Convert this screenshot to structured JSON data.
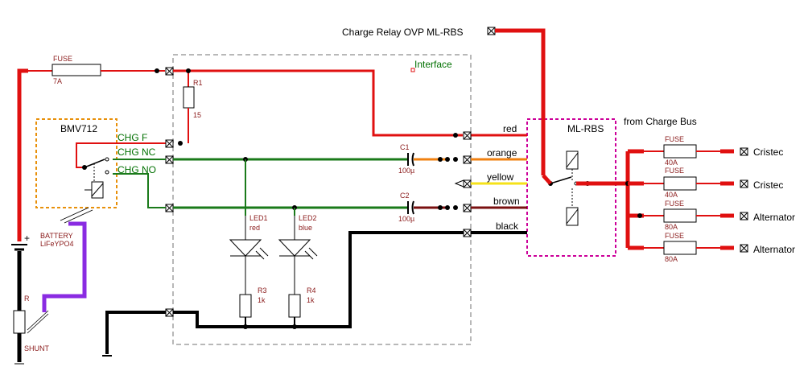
{
  "labels": {
    "fuse_main": "FUSE",
    "fuse_main_value": "7A",
    "r1": "R1",
    "r1_value": "15",
    "interface": "Interface",
    "bmv": "BMV712",
    "chg_f": "CHG F",
    "chg_nc": "CHG NC",
    "chg_no": "CHG NO",
    "battery_line1": "BATTERY",
    "battery_line2": "LiFeYPO4",
    "r_shunt": "R",
    "shunt": "SHUNT",
    "c1": "C1",
    "c1_value": "100µ",
    "c2": "C2",
    "c2_value": "100µ",
    "led1": "LED1",
    "led1_color": "red",
    "led2": "LED2",
    "led2_color": "blue",
    "r3": "R3",
    "r3_value": "1k",
    "r4": "R4",
    "r4_value": "1k",
    "charge_relay": "Charge Relay OVP ML-RBS",
    "wire_red": "red",
    "wire_orange": "orange",
    "wire_yellow": "yellow",
    "wire_brown": "brown",
    "wire_black": "black",
    "ml_rbs": "ML-RBS",
    "from_charge_bus": "from Charge Bus",
    "fuse1": "FUSE",
    "fuse1_value": "40A",
    "fuse2": "FUSE",
    "fuse2_value": "40A",
    "fuse3": "FUSE",
    "fuse3_value": "80A",
    "fuse4": "FUSE",
    "fuse4_value": "80A",
    "out1": "Cristec",
    "out2": "Cristec",
    "out3": "Alternator",
    "out4": "Alternator",
    "plus": "+"
  },
  "colors": {
    "red": "#e01010",
    "green": "#1a7a1a",
    "black": "#000000",
    "orange": "#f08010",
    "yellow": "#f5e21a",
    "brown": "#7a1010",
    "purple": "#8a2be2",
    "bmv_box": "#e8900a",
    "interface_box": "#b8b8b8",
    "mlrbs_box": "#cc0099"
  }
}
